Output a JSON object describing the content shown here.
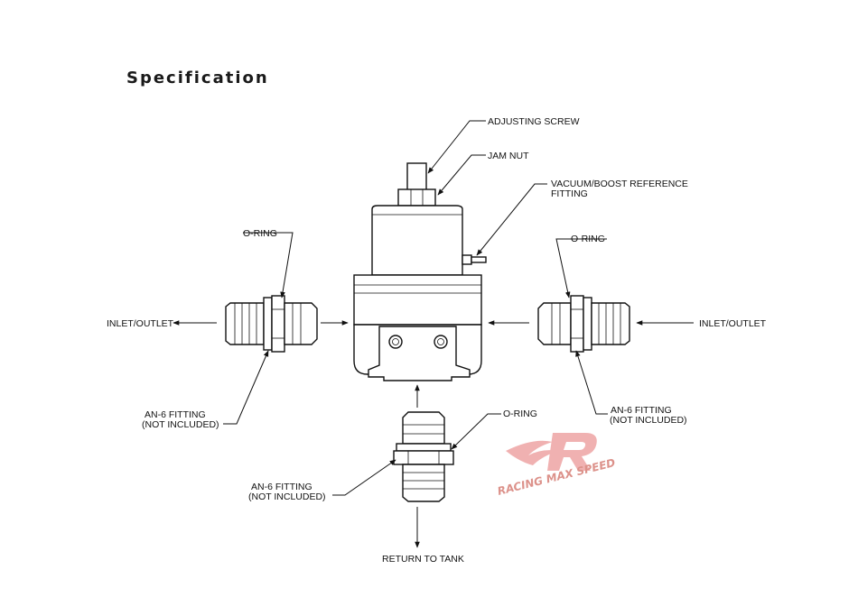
{
  "heading": "Specification",
  "labels": {
    "adjusting_screw": "ADJUSTING SCREW",
    "jam_nut": "JAM NUT",
    "vacuum_line1": "VACUUM/BOOST REFERENCE",
    "vacuum_line2": "FITTING",
    "oring_left": "O-RING",
    "oring_right": "O-RING",
    "oring_bottom": "O-RING",
    "inlet_left": "INLET/OUTLET",
    "inlet_right": "INLET/OUTLET",
    "an6_left_1": "AN-6 FITTING",
    "an6_left_2": "(NOT INCLUDED)",
    "an6_right_1": "AN-6 FITTING",
    "an6_right_2": "(NOT INCLUDED)",
    "an6_bottom_1": "AN-6 FITTING",
    "an6_bottom_2": "(NOT INCLUDED)",
    "return_to_tank": "RETURN TO TANK"
  },
  "watermark": {
    "text": "RACING MAX SPEED",
    "color": "#c0392b"
  }
}
